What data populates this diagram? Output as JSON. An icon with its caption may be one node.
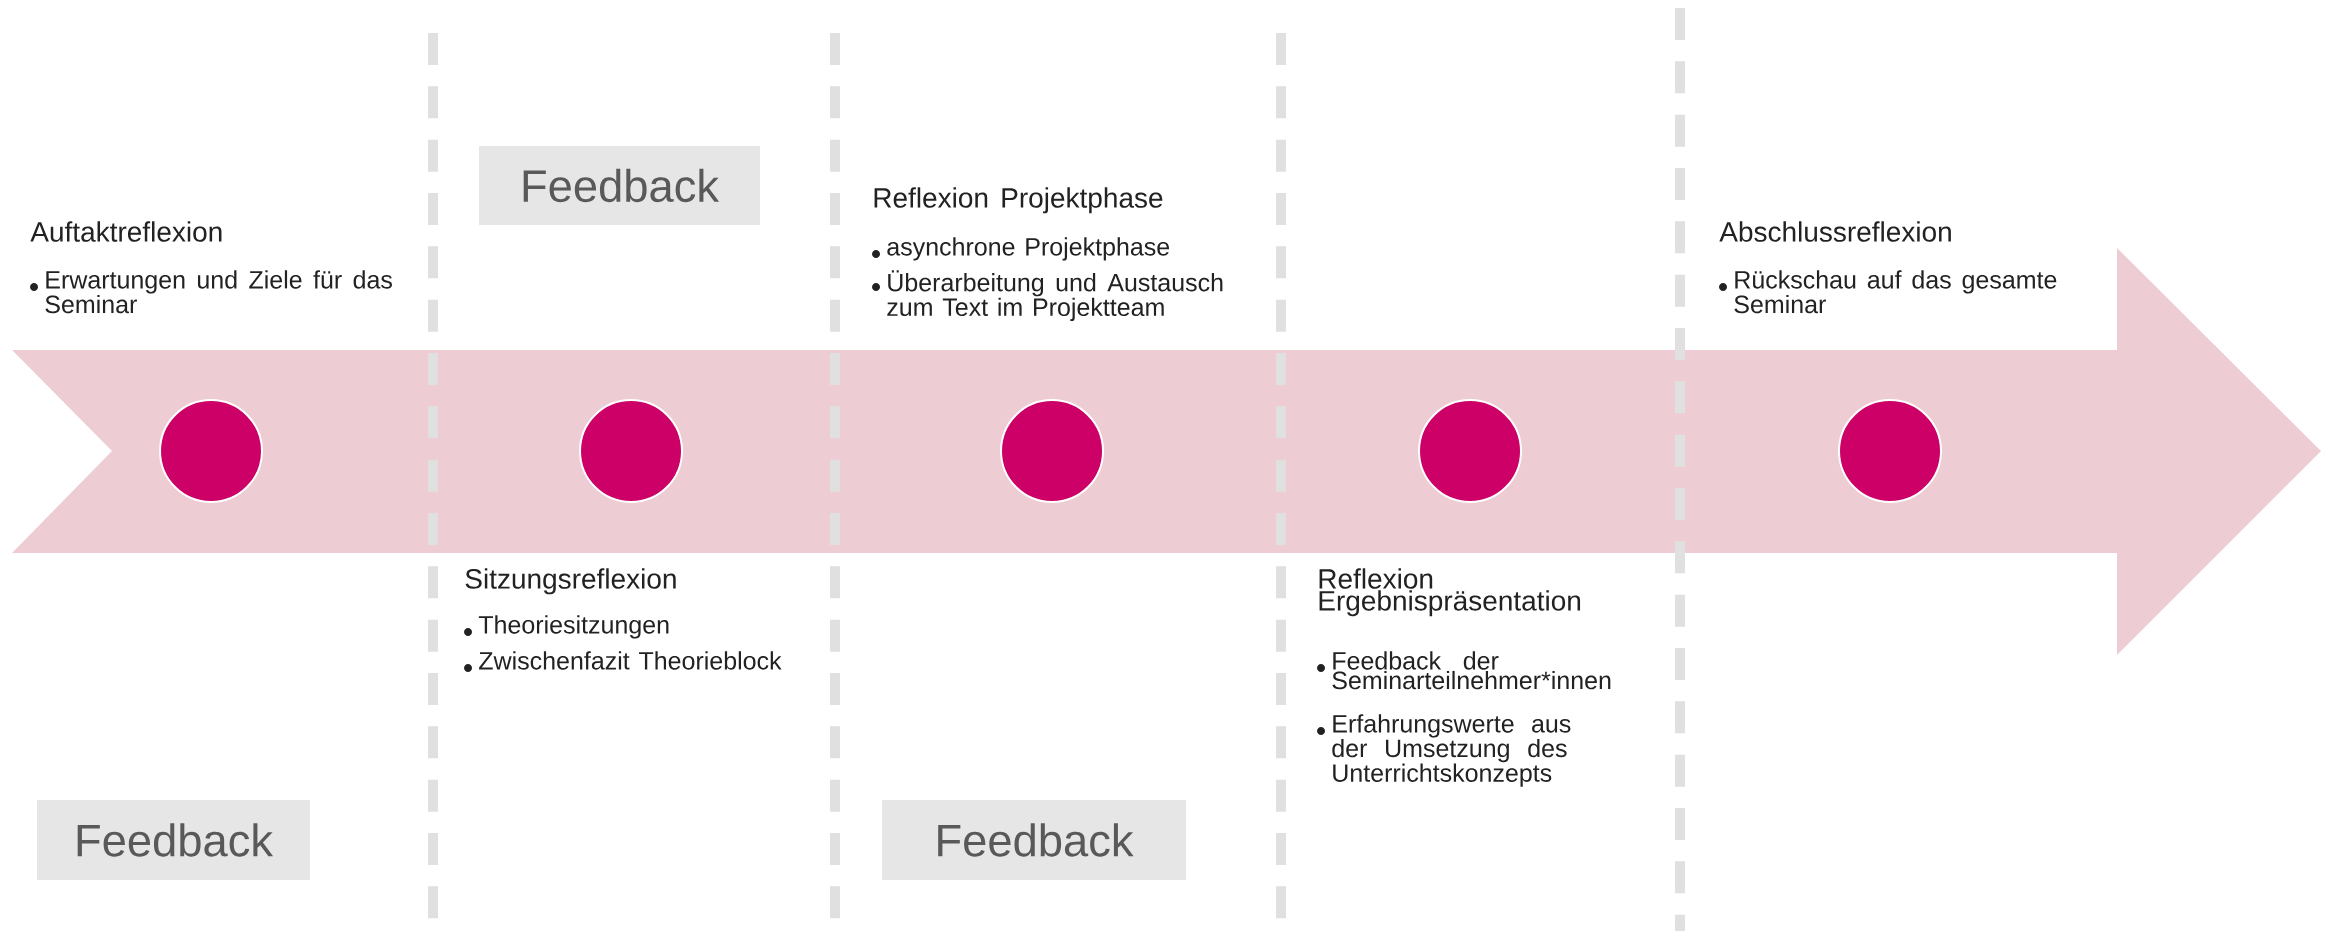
{
  "diagram": {
    "nodes": [
      {
        "text": [
          "Feedback"
        ]
      },
      {
        "text": [
          "Feedback"
        ]
      },
      {
        "text": [
          "Feedback"
        ]
      },
      {
        "text": [],
        "shape": "circle"
      },
      {
        "text": [],
        "shape": "circle"
      },
      {
        "text": [],
        "shape": "circle"
      },
      {
        "text": [],
        "shape": "circle"
      },
      {
        "text": [],
        "shape": "circle"
      }
    ],
    "edges": [],
    "labels": [
      "Auftaktreflexion",
      "Erwartungen und Ziele für das Seminar",
      "Sitzungsreflexion",
      "Theoriesitzungen",
      "Zwischenfazit Theorieblock",
      "Reflexion Projektphase",
      "asynchrone Projektphase",
      "Überarbeitung und Austausch zum Text im Projektteam",
      "Reflexion Ergebnispräsentation",
      "Feedback der Seminarteilnehmer*innen",
      "Erfahrungswerte aus der Umsetzung des Unterrichtskonzepts",
      "Abschlussreflexion",
      "Rückschau auf das gesamte Seminar"
    ]
  }
}
